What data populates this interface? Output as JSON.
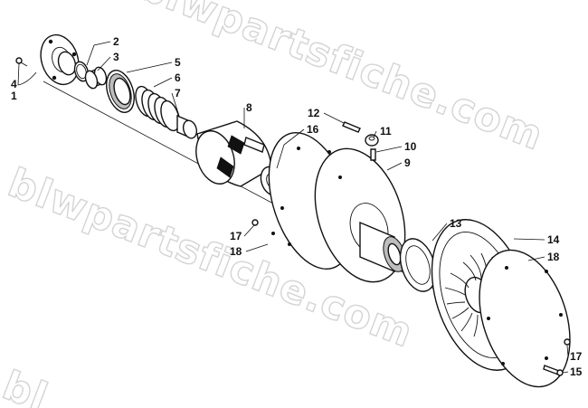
{
  "watermark": {
    "text": "blwpartsfiche.com",
    "partial_text": "bl"
  },
  "callouts": [
    {
      "id": "c1",
      "label": "1"
    },
    {
      "id": "c2",
      "label": "2"
    },
    {
      "id": "c3",
      "label": "3"
    },
    {
      "id": "c4",
      "label": "4"
    },
    {
      "id": "c5",
      "label": "5"
    },
    {
      "id": "c6",
      "label": "6"
    },
    {
      "id": "c7",
      "label": "7"
    },
    {
      "id": "c8",
      "label": "8"
    },
    {
      "id": "c9",
      "label": "9"
    },
    {
      "id": "c10",
      "label": "10"
    },
    {
      "id": "c11",
      "label": "11"
    },
    {
      "id": "c12",
      "label": "12"
    },
    {
      "id": "c13",
      "label": "13"
    },
    {
      "id": "c14",
      "label": "14"
    },
    {
      "id": "c15",
      "label": "15"
    },
    {
      "id": "c16",
      "label": "16"
    },
    {
      "id": "c17a",
      "label": "17"
    },
    {
      "id": "c17b",
      "label": "17"
    },
    {
      "id": "c18a",
      "label": "18"
    },
    {
      "id": "c18b",
      "label": "18"
    }
  ]
}
